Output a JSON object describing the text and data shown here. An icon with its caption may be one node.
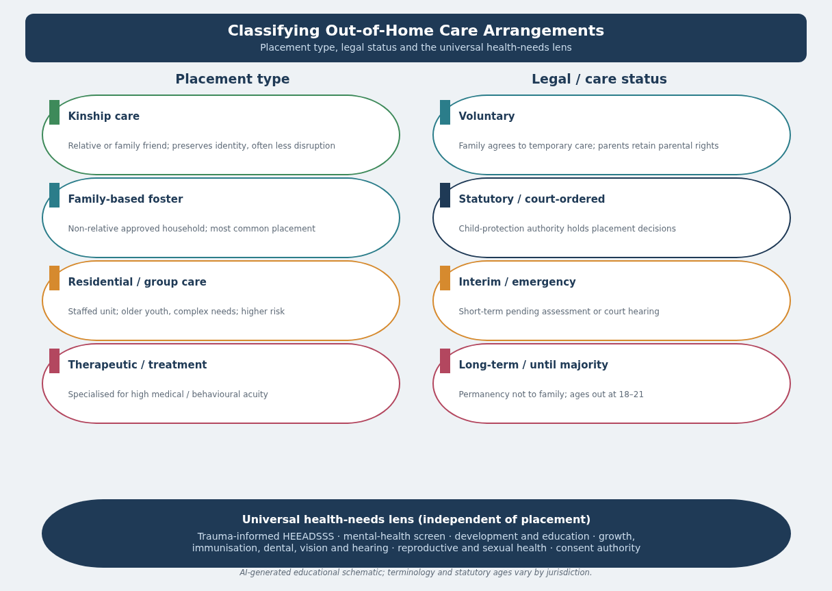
{
  "diagram": {
    "title": "Classifying Out-of-Home Care Arrangements",
    "caption": "AI-generated educational schematic; terminology and statutory ages vary by jurisdiction.",
    "nodes": [
      {
        "text": [
          "Kinship care",
          "Relative or family friend; preserves identity, often less disruption"
        ]
      },
      {
        "text": [
          "Family-based foster",
          "Non-relative approved household; most common placement"
        ]
      },
      {
        "text": [
          "Residential / group care",
          "Staffed unit; older youth, complex needs; higher risk"
        ]
      },
      {
        "text": [
          "Therapeutic / treatment",
          "Specialised for high medical / behavioural acuity"
        ]
      },
      {
        "text": [
          "Voluntary",
          "Family agrees to temporary care; parents retain parental rights"
        ]
      },
      {
        "text": [
          "Statutory / court-ordered",
          "Child-protection authority holds placement decisions"
        ]
      },
      {
        "text": [
          "Interim / emergency",
          "Short-term pending assessment or court hearing"
        ]
      },
      {
        "text": [
          "Long-term / until majority",
          "Permanency not to family; ages out at 18–21"
        ]
      },
      {
        "text": [
          "Universal health-needs lens (independent of placement)",
          "Trauma-informed HEEADSSS · mental-health screen · development and education · growth, immunisation, dental, vision and hearing · reproductive and sexual health · consent authority"
        ]
      }
    ],
    "labels": [
      "Placement type, legal status and the universal health-needs lens",
      "Placement type",
      "Legal / care status"
    ]
  }
}
